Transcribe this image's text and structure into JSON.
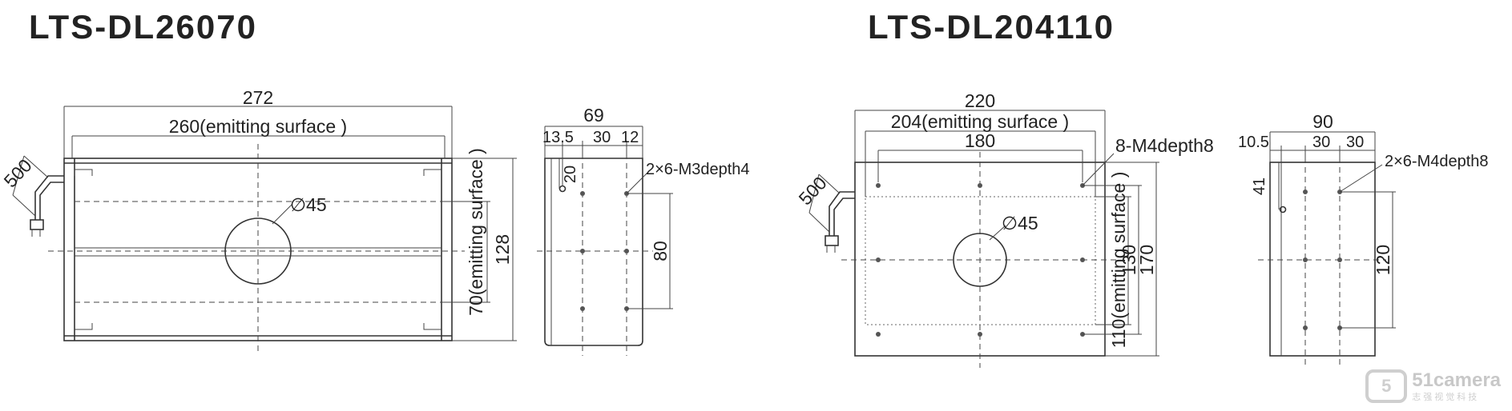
{
  "titles": {
    "left": "LTS-DL26070",
    "right": "LTS-DL204110"
  },
  "left_front": {
    "overall_width": "272",
    "emitting_width": "260(emitting surface )",
    "hole_diameter": "∅45",
    "cable_length": "500",
    "emitting_height": "70(emitting surface )",
    "overall_height": "128"
  },
  "left_side": {
    "overall_width": "69",
    "offset_a": "13.5",
    "spacing": "30",
    "offset_b": "12",
    "vertical_offset": "20",
    "thread_spec": "2×6-M3depth4",
    "hole_spacing": "80"
  },
  "right_front": {
    "overall_width": "220",
    "emitting_width": "204(emitting surface )",
    "hole_span": "180",
    "thread_spec": "8-M4depth8",
    "hole_diameter": "∅45",
    "cable_length": "500",
    "emitting_height": "110(emitting surface )",
    "hole_span_v": "130",
    "overall_height": "170"
  },
  "right_side": {
    "overall_width": "90",
    "offset_a": "10.5",
    "spacing_1": "30",
    "spacing_2": "30",
    "vertical_offset": "41",
    "thread_spec": "2×6-M4depth8",
    "hole_spacing": "120"
  },
  "watermark": {
    "icon": "camera-lens-icon",
    "icon_glyph": "5",
    "name": "51camera",
    "subtitle": "志强视觉科技"
  }
}
